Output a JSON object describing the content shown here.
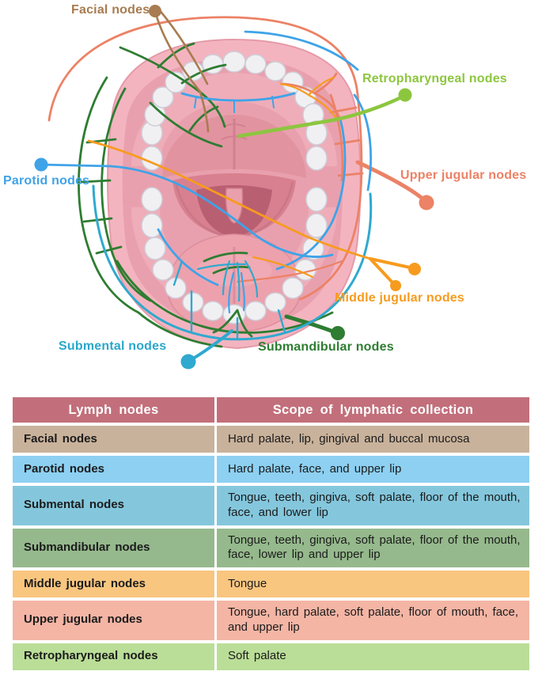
{
  "figure": {
    "description": "Open mouth illustration with lymphatic drainage pathways",
    "labels": {
      "facial": {
        "text": "Facial nodes",
        "color": "#a87c50"
      },
      "parotid": {
        "text": "Parotid nodes",
        "color": "#3fa3e8"
      },
      "retropharyngeal": {
        "text": "Retropharyngeal nodes",
        "color": "#8cc63f"
      },
      "upper_jugular": {
        "text": "Upper jugular nodes",
        "color": "#ec8266"
      },
      "middle_jugular": {
        "text": "Middle jugular nodes",
        "color": "#f79b1e"
      },
      "submandibular": {
        "text": "Submandibular nodes",
        "color": "#2e7d32"
      },
      "submental": {
        "text": "Submental nodes",
        "color": "#2ba7cc"
      }
    }
  },
  "table": {
    "header_bg": "#c26f7b",
    "header_text_color": "#ffffff",
    "headers": [
      "Lymph nodes",
      "Scope of lymphatic collection"
    ],
    "rows": [
      {
        "node": "Facial nodes",
        "scope": "Hard palate, lip, gingival and buccal mucosa",
        "color": "#c9b29b"
      },
      {
        "node": "Parotid nodes",
        "scope": "Hard palate, face, and upper lip",
        "color": "#8dd0f2"
      },
      {
        "node": "Submental nodes",
        "scope": "Tongue, teeth, gingiva, soft palate, floor of the mouth, face, and lower lip",
        "color": "#84c7dd"
      },
      {
        "node": "Submandibular nodes",
        "scope": "Tongue, teeth, gingiva, soft palate, floor of the mouth, face, lower lip and upper lip",
        "color": "#95b98c"
      },
      {
        "node": "Middle jugular nodes",
        "scope": "Tongue",
        "color": "#f9c680"
      },
      {
        "node": "Upper jugular nodes",
        "scope": "Tongue, hard palate, soft palate, floor of mouth, face, and upper lip",
        "color": "#f4b5a5"
      },
      {
        "node": "Retropharyngeal nodes",
        "scope": "Soft palate",
        "color": "#bade97"
      }
    ]
  }
}
